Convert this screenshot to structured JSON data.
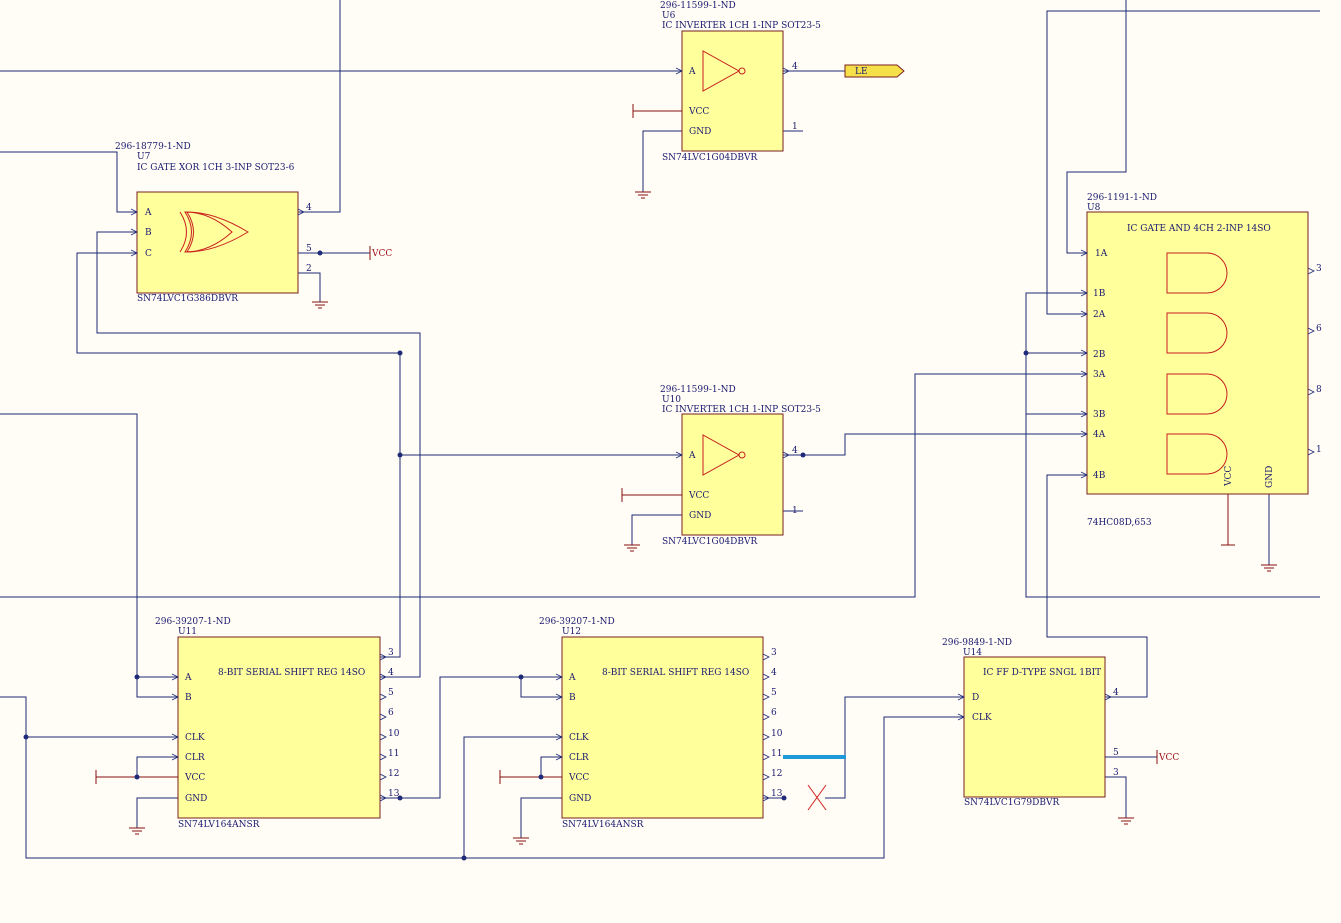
{
  "u6": {
    "part": "296-11599-1-ND",
    "ref": "U6",
    "desc": "IC INVERTER 1CH 1-INP SOT23-5",
    "model": "SN74LVC1G04DBVR",
    "pins": {
      "a": "A",
      "vcc": "VCC",
      "gnd": "GND",
      "p4": "4",
      "p1": "1"
    }
  },
  "u7": {
    "part": "296-18779-1-ND",
    "ref": "U7",
    "desc": "IC GATE XOR 1CH 3-INP SOT23-6",
    "model": "SN74LVC1G386DBVR",
    "pins": {
      "a": "A",
      "b": "B",
      "c": "C",
      "p4": "4",
      "p5": "5",
      "p2": "2"
    }
  },
  "u8": {
    "part": "296-1191-1-ND",
    "ref": "U8",
    "desc": "IC GATE AND 4CH 2-INP 14SO",
    "model": "74HC08D,653",
    "pins": {
      "1a": "1A",
      "1b": "1B",
      "2a": "2A",
      "2b": "2B",
      "3a": "3A",
      "3b": "3B",
      "4a": "4A",
      "4b": "4B",
      "vcc": "VCC",
      "gnd": "GND",
      "r3": "3",
      "r6": "6",
      "r8": "8",
      "r11": "1"
    }
  },
  "u10": {
    "part": "296-11599-1-ND",
    "ref": "U10",
    "desc": "IC INVERTER 1CH 1-INP SOT23-5",
    "model": "SN74LVC1G04DBVR",
    "pins": {
      "a": "A",
      "vcc": "VCC",
      "gnd": "GND",
      "p4": "4",
      "p1": "1"
    }
  },
  "u11": {
    "part": "296-39207-1-ND",
    "ref": "U11",
    "desc": "8-BIT SERIAL SHIFT REG 14SO",
    "model": "SN74LV164ANSR",
    "pins": {
      "a": "A",
      "b": "B",
      "clk": "CLK",
      "clr": "CLR",
      "vcc": "VCC",
      "gnd": "GND",
      "o3": "3",
      "o4": "4",
      "o5": "5",
      "o6": "6",
      "o10": "10",
      "o11": "11",
      "o12": "12",
      "o13": "13"
    }
  },
  "u12": {
    "part": "296-39207-1-ND",
    "ref": "U12",
    "desc": "8-BIT SERIAL SHIFT REG 14SO",
    "model": "SN74LV164ANSR",
    "pins": {
      "a": "A",
      "b": "B",
      "clk": "CLK",
      "clr": "CLR",
      "vcc": "VCC",
      "gnd": "GND",
      "o3": "3",
      "o4": "4",
      "o5": "5",
      "o6": "6",
      "o10": "10",
      "o11": "11",
      "o12": "12",
      "o13": "13"
    }
  },
  "u14": {
    "part": "296-9849-1-ND",
    "ref": "U14",
    "desc": "IC FF D-TYPE SNGL 1BIT",
    "model": "SN74LVC1G79DBVR",
    "pins": {
      "d": "D",
      "clk": "CLK",
      "p4": "4",
      "p5": "5",
      "p3": "3"
    }
  },
  "ports": {
    "le": "LE"
  },
  "power": {
    "vcc": "VCC"
  },
  "colors": {
    "background": "#fffdf5",
    "chip_fill": "#ffff9c",
    "wire": "#1f2a78",
    "gate": "#c81e1e",
    "highlight": "#1e9ad8",
    "port_fill": "#f5e04a"
  }
}
